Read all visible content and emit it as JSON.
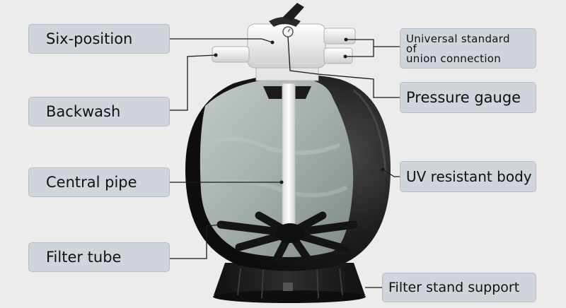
{
  "labels": {
    "six_position": "Six-position",
    "backwash": "Backwash",
    "central_pipe": "Central pipe",
    "filter_tube": "Filter tube",
    "union_line1": "Universal standard",
    "union_line2": "of",
    "union_line3": "union connection",
    "pressure_gauge": "Pressure gauge",
    "uv_body": "UV resistant body",
    "filter_stand": "Filter stand support"
  },
  "colors": {
    "background": "#ececec",
    "label_fill": "#d0d5dc",
    "leader_line": "#1a1a1a",
    "tank_body": "#1c1c1c",
    "tank_interior": "#a9b3b0"
  }
}
